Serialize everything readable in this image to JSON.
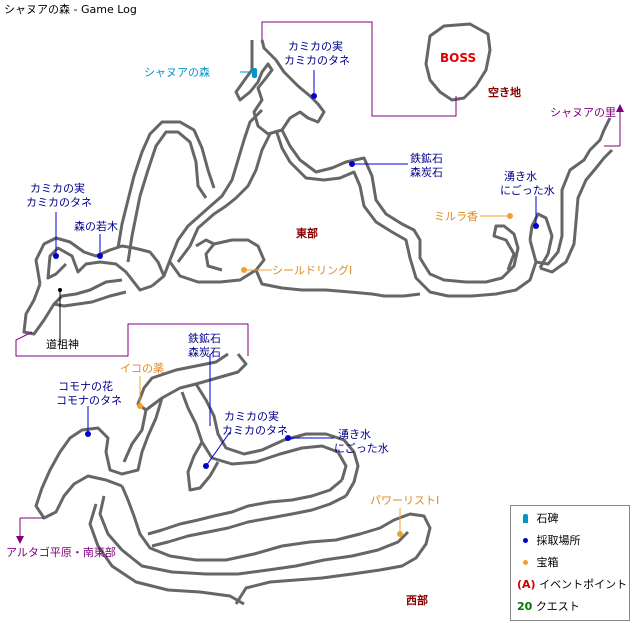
{
  "title": "シャヌアの森 - Game Log",
  "regions": {
    "east": "東部",
    "west": "西部",
    "clearing": "空き地"
  },
  "boss": "BOSS",
  "labels": {
    "stone_monument": "シャヌアの森",
    "kamika_top_1": "カミカの実",
    "kamika_top_2": "カミカのタネ",
    "village": "シャヌアの里",
    "iron_1": "鉄鉱石",
    "iron_2": "森炭石",
    "spring_1": "湧き水",
    "spring_2": "にごった水",
    "mirura": "ミルラ香",
    "kamika_left_1": "カミカの実",
    "kamika_left_2": "カミカのタネ",
    "sapling": "森の若木",
    "shield_ring": "シールドリングⅠ",
    "dosojin": "道祖神",
    "iron_west_1": "鉄鉱石",
    "iron_west_2": "森炭石",
    "iko": "イコの薬",
    "komona_1": "コモナの花",
    "komona_2": "コモナのタネ",
    "kamika_west_1": "カミカの実",
    "kamika_west_2": "カミカのタネ",
    "spring_west_1": "湧き水",
    "spring_west_2": "にごった水",
    "power_wrist": "パワーリストⅠ",
    "arutago": "アルタゴ平原・南東部"
  },
  "legend": {
    "stone": "石碑",
    "gather": "採取場所",
    "chest": "宝箱",
    "event_symbol": "(A)",
    "event": "イベントポイント",
    "quest_symbol": "20",
    "quest": "クエスト"
  },
  "colors": {
    "path": "#666666",
    "gather": "#0000cc",
    "chest": "#f0a030",
    "exit": "#800080",
    "stone": "#0096c8",
    "region": "#8b0000",
    "boss": "#e00000"
  }
}
